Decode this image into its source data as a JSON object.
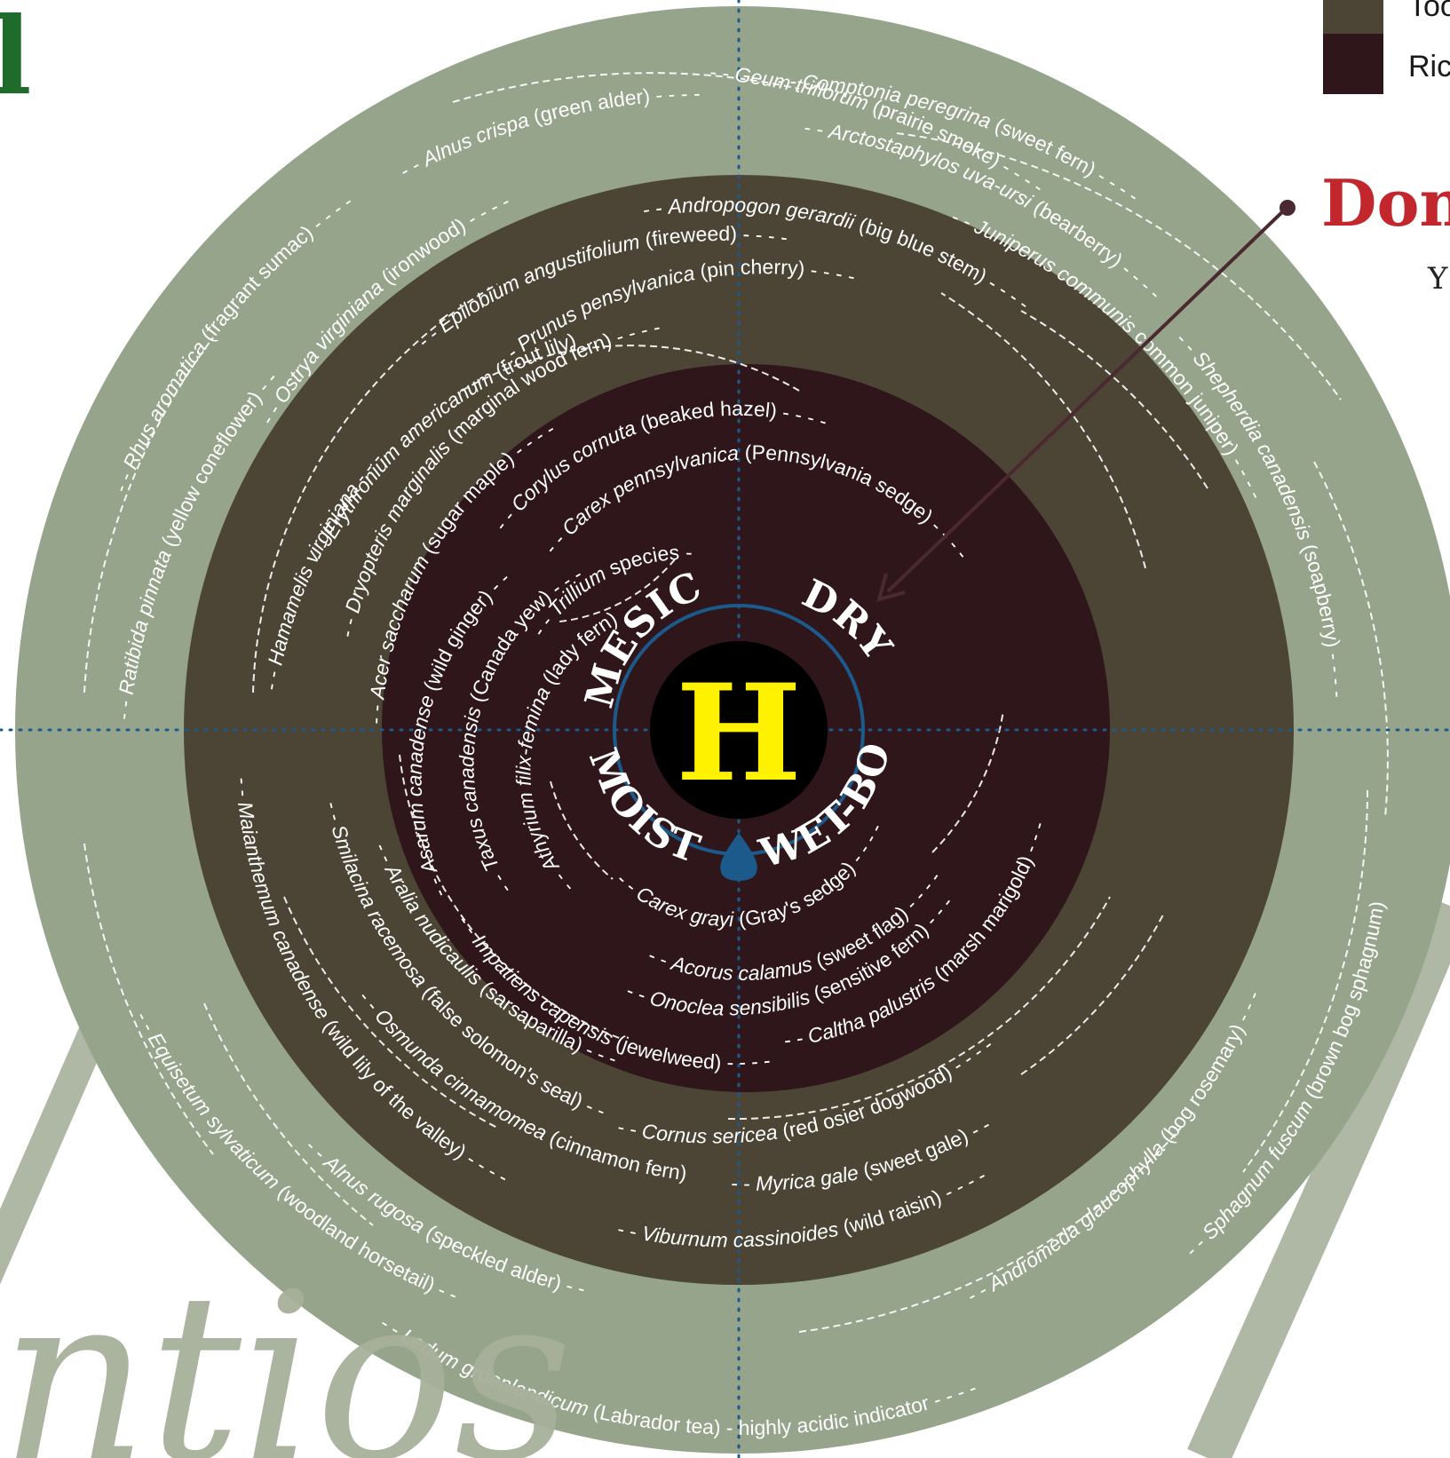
{
  "title": {
    "fragment": "l"
  },
  "legend": [
    {
      "label": "Too",
      "color": "#4c4535"
    },
    {
      "label": "Ric",
      "color": "#2f161a"
    }
  ],
  "tip": {
    "title": "Don'",
    "body": "Y"
  },
  "center": {
    "letter": "H"
  },
  "zones": {
    "mesic": "MESIC",
    "dry": "DRY",
    "moist": "MOIST",
    "wet_bog": "WET-BOG"
  },
  "colors": {
    "outer_ring": "#95a48b",
    "middle_ring": "#4c4535",
    "inner_disc": "#2f161a",
    "core": "#000000",
    "h_letter": "#fff200",
    "divider": "#1c5a8c",
    "title_green": "#1e6b2c",
    "tip_red": "#c1272d",
    "watermark": "#a6b09a"
  },
  "plants": {
    "p1": {
      "name": "Geum triflorum",
      "common": "(prairie smoke)"
    },
    "p2": {
      "name": "Comptonia peregrina",
      "common": "(sweet fern)"
    },
    "p3": {
      "name": "Arctostaphylos uva-ursi",
      "common": "(bearberry)"
    },
    "p4": {
      "name": "Juniperus communis",
      "common": "common juniper)"
    },
    "p5": {
      "name": "Shepherdia canadensis",
      "common": "(soapberry)"
    },
    "p6": {
      "name": "Alnus crispa",
      "common": "(green alder)"
    },
    "p7": {
      "name": "Rhus aromatica",
      "common": "(fragrant sumac)"
    },
    "p8": {
      "name": "Ratibida pinnata",
      "common": "(yellow coneflower)"
    },
    "p9": {
      "name": "Ostrya virginiana",
      "common": "(ironwood)"
    },
    "p10": {
      "name": "Andropogon gerardii",
      "common": "(big blue stem)"
    },
    "p11": {
      "name": "Epilobium angustifolium",
      "common": "(fireweed)"
    },
    "p12": {
      "name": "Prunus pensylvanica",
      "common": "(pin cherry)"
    },
    "p13": {
      "name": "Hamamelis virginiana",
      "common": ""
    },
    "p14": {
      "name": "Erythronium americanum",
      "common": "(trout lily)"
    },
    "p15": {
      "name": "Dryopteris marginalis",
      "common": "(marginal wood fern)"
    },
    "p16": {
      "name": "Acer saccharum",
      "common": "(sugar maple)"
    },
    "p17": {
      "name": "Corylus cornuta",
      "common": "(beaked hazel)"
    },
    "p18": {
      "name": "Carex pennsylvanica",
      "common": "(Pennsylvania sedge)"
    },
    "p19": {
      "name": "Asarum canadense",
      "common": "(wild ginger)"
    },
    "p20": {
      "name": "Taxus canadensis",
      "common": "(Canada yew)"
    },
    "p21": {
      "name": "Athyrium filix-femina",
      "common": "(lady fern)"
    },
    "p22": {
      "name": "Trillium",
      "common": "species"
    },
    "p23": {
      "name": "Carex grayi",
      "common": "(Gray's sedge)"
    },
    "p24": {
      "name": "Acorus calamus",
      "common": "(sweet flag)"
    },
    "p25": {
      "name": "Onoclea sensibilis",
      "common": "(sensitive fern)"
    },
    "p26": {
      "name": "Caltha palustris",
      "common": "(marsh marigold)"
    },
    "p27": {
      "name": "Impatiens capensis",
      "common": "(jewelweed)"
    },
    "p28": {
      "name": "Aralia nudicaulis",
      "common": "(sarsaparilla)"
    },
    "p29": {
      "name": "Smilacina racemosa",
      "common": "(false solomon's seal)"
    },
    "p30": {
      "name": "Cornus sericea",
      "common": "(red osier dogwood)"
    },
    "p31": {
      "name": "Maianthemum canadense",
      "common": "(wild lily of the valley)"
    },
    "p32": {
      "name": "Osmunda cinnamomea",
      "common": "(cinnamon fern)"
    },
    "p33": {
      "name": "Myrica gale",
      "common": "(sweet gale)"
    },
    "p34": {
      "name": "Viburnum cassinoides",
      "common": "(wild raisin)"
    },
    "p35": {
      "name": "Equisetum sylvaticum",
      "common": "(woodland horsetail)"
    },
    "p36": {
      "name": "Alnus rugosa",
      "common": "(speckled alder)"
    },
    "p37": {
      "name": "Ledum groenlandicum",
      "common": "(Labrador tea) - highly acidic indicator"
    },
    "p38": {
      "name": "Andromeda glaucophylla",
      "common": "(bog rosemary)"
    },
    "p39": {
      "name": "Sphagnum fuscum",
      "common": "(brown bog sphagnum)"
    }
  }
}
